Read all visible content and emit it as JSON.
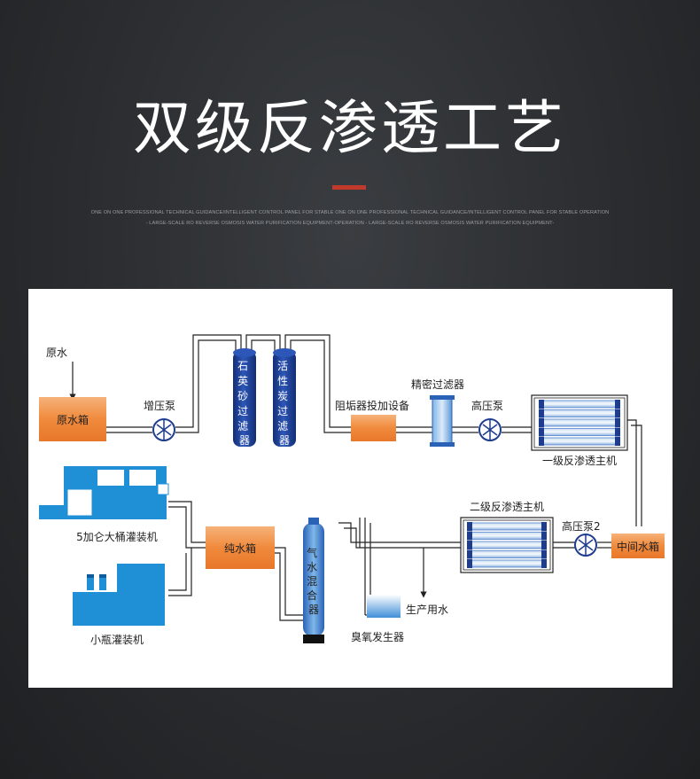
{
  "header": {
    "title": "双级反渗透工艺",
    "subtitle_line1": "ONE ON ONE PROFESSIONAL TECHNICAL GUIDANCE/INTELLIGENT CONTROL PANEL FOR STABLE ONE ON ONE PROFESSIONAL TECHNICAL GUIDANCE/INTELLIGENT CONTROL PANEL FOR STABLE OPERATION",
    "subtitle_line2": "- LARGE-SCALE RO REVERSE OSMOSIS WATER PURIFICATION EQUIPMENT-OPERATION - LARGE-SCALE RO REVERSE OSMOSIS WATER PURIFICATION EQUIPMENT-"
  },
  "diagram": {
    "raw_water": "原水",
    "raw_water_tank": "原水箱",
    "booster_pump": "增压泵",
    "quartz_sand_filter": "石英砂过滤器",
    "activated_carbon_filter": "活性炭过滤器",
    "antiscalant_dosing": "阻垢器投加设备",
    "precision_filter": "精密过滤器",
    "high_pressure_pump": "高压泵",
    "first_stage_ro": "一级反渗透主机",
    "intermediate_tank": "中间水箱",
    "high_pressure_pump_2": "高压泵2",
    "second_stage_ro": "二级反渗透主机",
    "production_water": "生产用水",
    "ozone_generator": "臭氧发生器",
    "gas_water_mixer": "气水混合器",
    "pure_water_tank": "纯水箱",
    "barrel_filler": "5加仑大桶灌装机",
    "bottle_filler": "小瓶灌装机"
  },
  "colors": {
    "tank_orange": "#f08a3c",
    "vessel_blue": "#1e3d8f",
    "machine_blue": "#1f8fd6",
    "pipe": "#222222"
  }
}
